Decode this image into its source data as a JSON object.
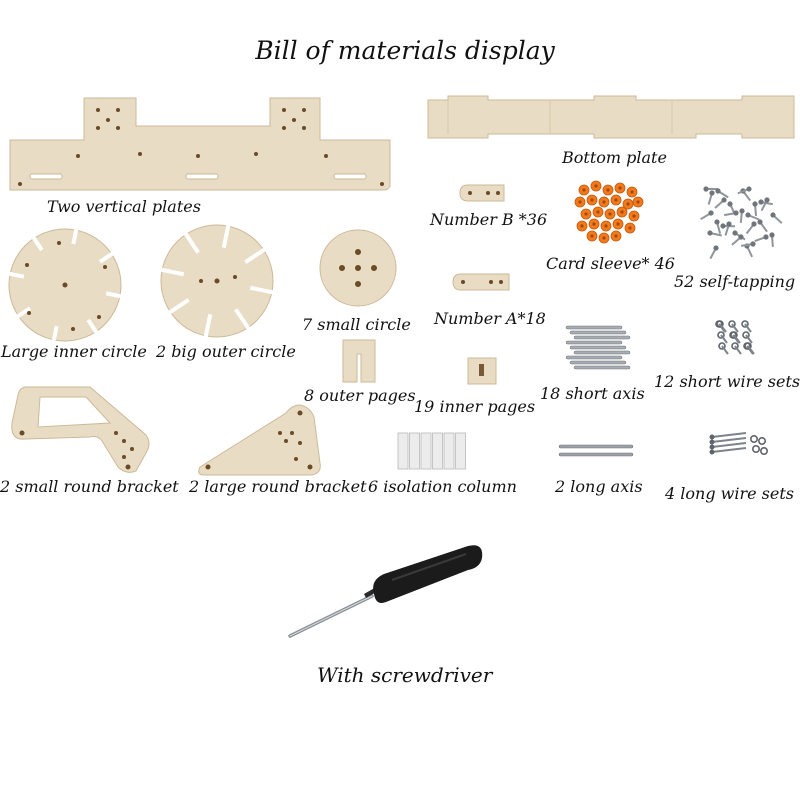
{
  "title": "Bill of materials display",
  "items": {
    "vertical_plates": "Two vertical plates",
    "bottom_plate": "Bottom plate",
    "number_b": "Number B *36",
    "card_sleeve": "Card sleeve* 46",
    "self_tapping": "52 self-tapping",
    "large_inner_circle": "Large inner circle",
    "big_outer_circle": "2 big outer circle",
    "small_circle": "7 small circle",
    "number_a": "Number A*18",
    "outer_pages": "8 outer pages",
    "inner_pages": "19 inner pages",
    "short_axis": "18 short axis",
    "short_wire_sets": "12 short wire sets",
    "small_round_bracket": "2 small round bracket",
    "large_round_bracket": "2 large round bracket",
    "isolation_column": "6 isolation column",
    "long_axis": "2 long axis",
    "long_wire_sets": "4 long wire sets",
    "screwdriver": "With screwdriver"
  },
  "colors": {
    "wood": "#e9dcc4",
    "wood_edge": "#cdb999",
    "sleeve_orange": "#f07a1c",
    "screw_metal": "#8f959b",
    "screwdriver_handle": "#1b1b1b"
  }
}
